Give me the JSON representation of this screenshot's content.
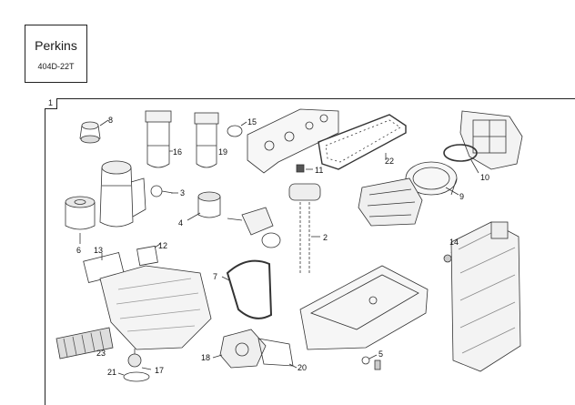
{
  "title_block": {
    "brand": "Perkins",
    "model": "404D-22T"
  },
  "frame_label": "1",
  "callouts": {
    "c1": "8",
    "c2": "15",
    "c3": "16",
    "c4": "19",
    "c5": "11",
    "c6": "22",
    "c7": "10",
    "c8": "9",
    "c9": "3",
    "c10": "4",
    "c11": "2",
    "c12": "6",
    "c13": "13",
    "c14": "12",
    "c15": "7",
    "c16": "14",
    "c17": "23",
    "c18": "18",
    "c19": "20",
    "c20": "5",
    "c21": "21",
    "c22": "17"
  }
}
